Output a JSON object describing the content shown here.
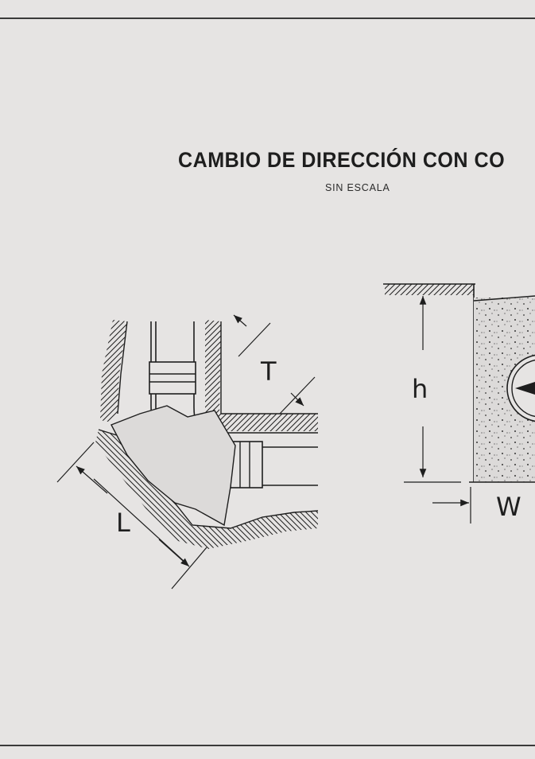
{
  "drawing": {
    "title": "CAMBIO DE DIRECCIÓN CON CO",
    "subtitle": "SIN ESCALA"
  },
  "plan_view": {
    "label_length": "L",
    "label_thickness": "T"
  },
  "section_view": {
    "label_height": "h",
    "label_width": "W"
  },
  "colors": {
    "background": "#e6e4e3",
    "ink": "#1e1e1e",
    "concrete": "#dcdad9"
  }
}
